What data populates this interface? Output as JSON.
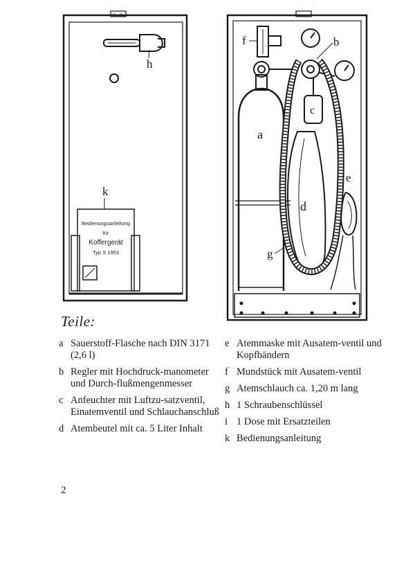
{
  "figure": {
    "callouts": {
      "a": "a",
      "b": "b",
      "c": "c",
      "d": "d",
      "e": "e",
      "f": "f",
      "g": "g",
      "h": "h",
      "k": "k"
    },
    "leaflet_lines": [
      "Bedienungsanleitung",
      "für",
      "Koffergerät",
      "Typ S 1953"
    ],
    "door_marks": [
      "o",
      "o"
    ]
  },
  "heading": "Teile:",
  "parts_left": [
    {
      "letter": "a",
      "text": "Sauerstoff-Flasche nach DIN 3171 (2,6 l)"
    },
    {
      "letter": "b",
      "text": "Regler mit Hochdruck-manometer und Durch-flußmengenmesser"
    },
    {
      "letter": "c",
      "text": "Anfeuchter mit Luftzu-satzventil, Einatemventil und Schlauchanschluß"
    },
    {
      "letter": "d",
      "text": "Atembeutel mit ca. 5 Liter Inhalt"
    }
  ],
  "parts_right": [
    {
      "letter": "e",
      "text": "Atemmaske mit Ausatem-ventil und Kopfbändern"
    },
    {
      "letter": "f",
      "text": "Mundstück mit Ausatem-ventil"
    },
    {
      "letter": "g",
      "text": "Atemschlauch ca. 1,20 m lang"
    },
    {
      "letter": "h",
      "text": "1 Schraubenschlüssel"
    },
    {
      "letter": "i",
      "text": "1 Dose mit Ersatzteilen"
    },
    {
      "letter": "k",
      "text": "Bedienungsanleitung"
    }
  ],
  "page_number": "2"
}
